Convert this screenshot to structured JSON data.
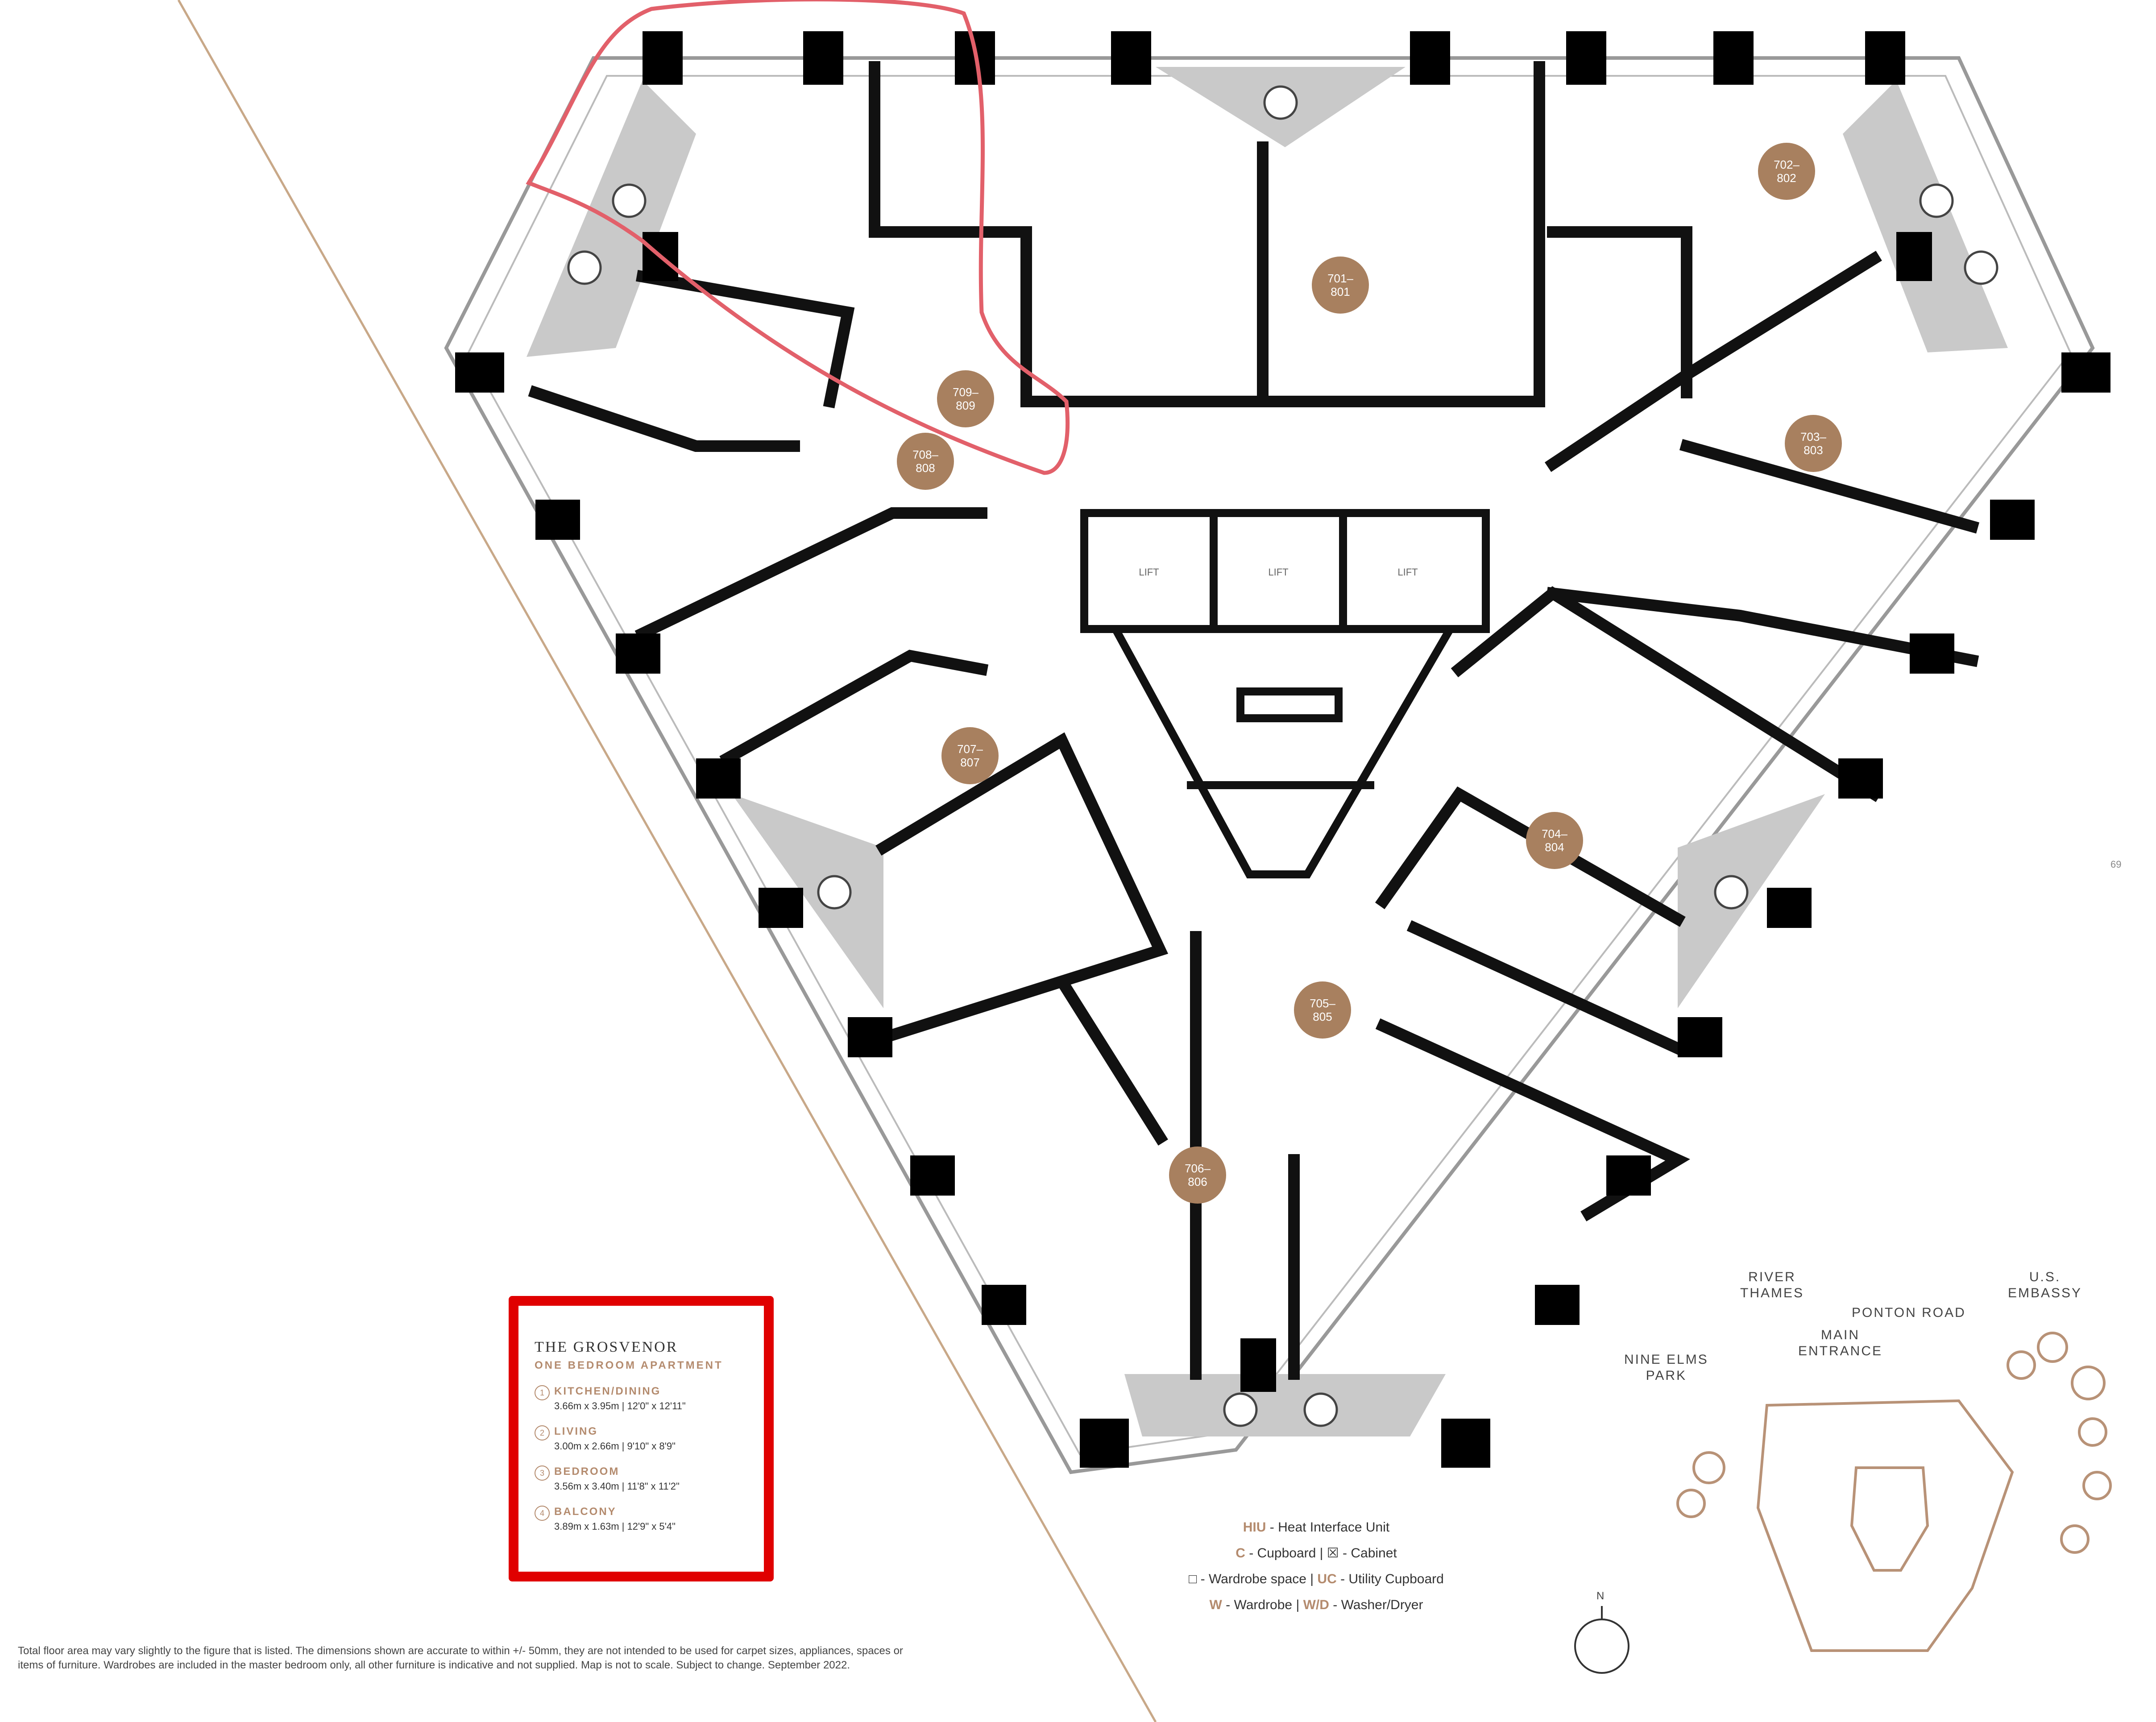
{
  "legend": {
    "title": "THE GROSVENOR",
    "subtitle": "ONE BEDROOM APARTMENT",
    "rooms": [
      {
        "num": "1",
        "name": "KITCHEN/DINING",
        "dims": "3.66m x 3.95m  |  12'0\" x 12'11\""
      },
      {
        "num": "2",
        "name": "LIVING",
        "dims": "3.00m x 2.66m  |  9'10\" x 8'9\""
      },
      {
        "num": "3",
        "name": "BEDROOM",
        "dims": "3.56m x 3.40m  |  11'8\" x 11'2\""
      },
      {
        "num": "4",
        "name": "BALCONY",
        "dims": "3.89m x 1.63m  |  12'9\" x 5'4\""
      }
    ]
  },
  "key": {
    "hiu": {
      "code": "HIU",
      "text": " - Heat Interface Unit"
    },
    "c": {
      "code": "C",
      "text": " - Cupboard  |  ",
      "cab": " - Cabinet"
    },
    "ws": {
      "text": " - Wardrobe space  |  ",
      "code": "UC",
      "text2": " - Utility Cupboard"
    },
    "w": {
      "code": "W",
      "text": " - Wardrobe  |  ",
      "code2": "W/D",
      "text2": " - Washer/Dryer"
    }
  },
  "units": [
    {
      "id": "u701",
      "label": "701–\n801"
    },
    {
      "id": "u702",
      "label": "702–\n802"
    },
    {
      "id": "u703",
      "label": "703–\n803"
    },
    {
      "id": "u704",
      "label": "704–\n804"
    },
    {
      "id": "u705",
      "label": "705–\n805"
    },
    {
      "id": "u706",
      "label": "706–\n806"
    },
    {
      "id": "u707",
      "label": "707–\n807"
    },
    {
      "id": "u708",
      "label": "708–\n808"
    },
    {
      "id": "u709",
      "label": "709–\n809"
    }
  ],
  "lift_label": "LIFT",
  "map": {
    "river": "RIVER\nTHAMES",
    "embassy": "U.S.\nEMBASSY",
    "ponton": "PONTON ROAD",
    "main": "MAIN\nENTRANCE",
    "park": "NINE ELMS\nPARK",
    "north": "N"
  },
  "page_number": "69",
  "footnote": "Total floor area may vary slightly to the figure that is listed. The dimensions shown are accurate to within +/- 50mm, they are not intended to be used for carpet sizes, appliances, spaces or items of furniture. Wardrobes are included in the master bedroom only, all other furniture is indicative and not supplied. Map is not to scale. Subject to change. September 2022.",
  "colors": {
    "accent": "#a8805f",
    "highlight": "#e00000",
    "sketch": "#e2606a",
    "wall": "#111111",
    "balcony": "#c9c9c9"
  }
}
